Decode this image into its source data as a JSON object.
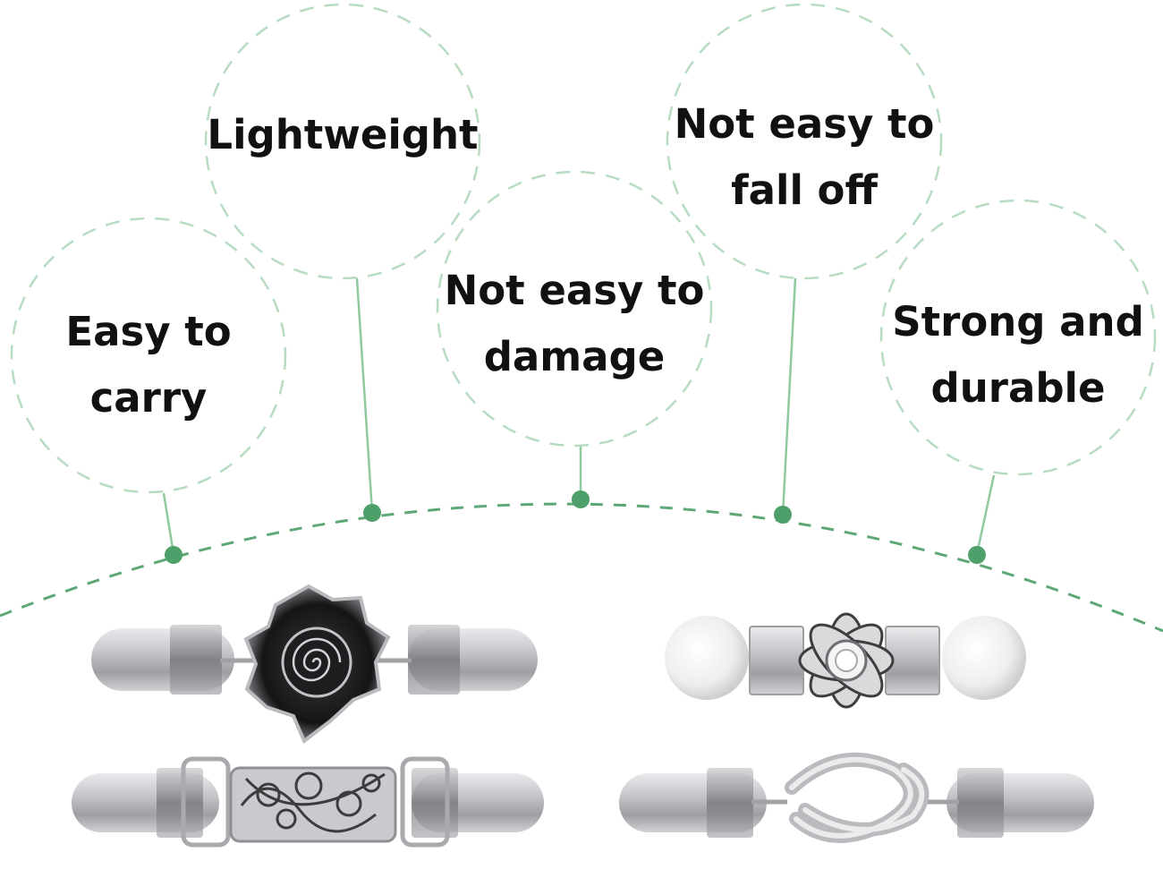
{
  "accent_color": "#5ea877",
  "circle_color": "#b7dcc2",
  "features": [
    {
      "id": "easy-to-carry",
      "lines": [
        "Easy to",
        "carry"
      ]
    },
    {
      "id": "lightweight",
      "lines": [
        "Lightweight"
      ]
    },
    {
      "id": "not-easy-to-damage",
      "lines": [
        "Not easy to",
        "damage"
      ]
    },
    {
      "id": "not-easy-to-fall-off",
      "lines": [
        "Not easy to",
        "fall off"
      ]
    },
    {
      "id": "strong-and-durable",
      "lines": [
        "Strong and",
        "durable"
      ]
    }
  ],
  "products": [
    {
      "id": "rose-clip",
      "icon": "rose-sweater-clip"
    },
    {
      "id": "flower-rhinestone-clip",
      "icon": "flower-rhinestone-sweater-clip"
    },
    {
      "id": "filigree-clip",
      "icon": "filigree-sweater-clip"
    },
    {
      "id": "knot-clip",
      "icon": "knot-sweater-clip"
    }
  ]
}
